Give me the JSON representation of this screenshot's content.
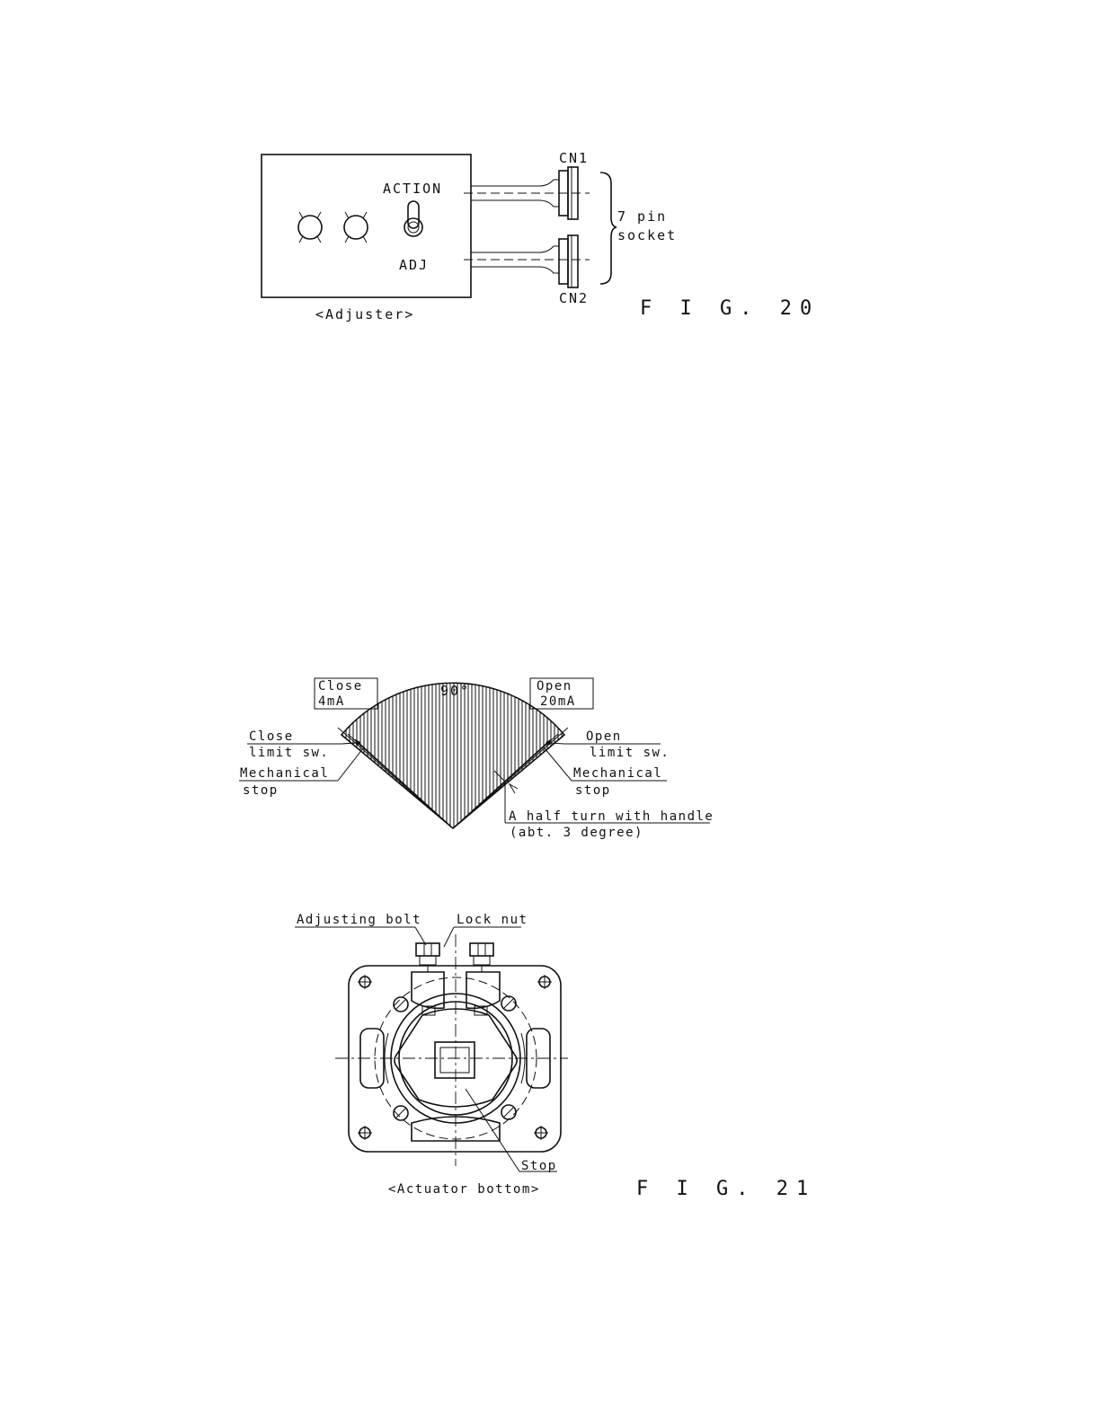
{
  "fig20": {
    "caption": "F I G. 20",
    "adjuster_label": "<Adjuster>",
    "action_label": "ACTION",
    "adj_label": "ADJ",
    "cn1_label": "CN1",
    "cn2_label": "CN2",
    "socket_line1": "7 pin",
    "socket_line2": "socket"
  },
  "fig21_top": {
    "angle_label": "90°",
    "close_box_line1": "Close",
    "close_box_line2": "4mA",
    "open_box_line1": "Open",
    "open_box_line2": "20mA",
    "close_limit_line1": "Close",
    "close_limit_line2": "limit sw.",
    "open_limit_line1": "Open",
    "open_limit_line2": "limit sw.",
    "mech_stop_left_line1": "Mechanical",
    "mech_stop_left_line2": "stop",
    "mech_stop_right_line1": "Mechanical",
    "mech_stop_right_line2": "stop",
    "half_turn_line1": "A half turn with handle",
    "half_turn_line2": "(abt. 3 degree)"
  },
  "fig21_bottom": {
    "adjusting_bolt_label": "Adjusting bolt",
    "lock_nut_label": "Lock nut",
    "stop_label": "Stop",
    "actuator_label": "<Actuator bottom>",
    "caption": "F I G. 21"
  }
}
